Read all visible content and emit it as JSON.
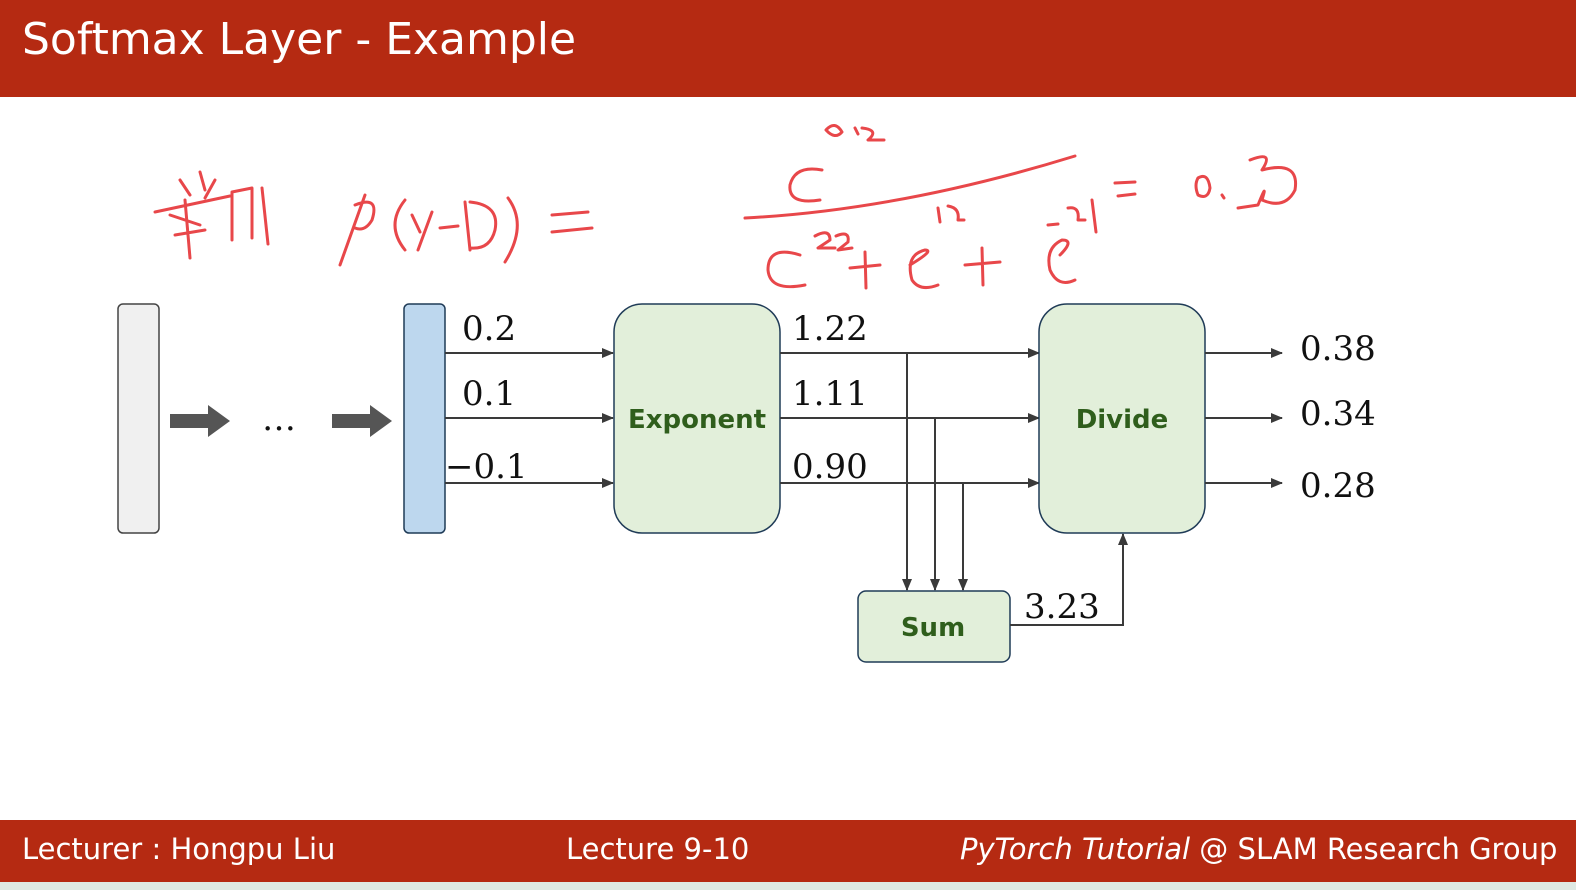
{
  "header": {
    "title": "Softmax Layer - Example"
  },
  "diagram": {
    "inputs": [
      "0.2",
      "0.1",
      "−0.1"
    ],
    "exponent_label": "Exponent",
    "exponents": [
      "1.22",
      "1.11",
      "0.90"
    ],
    "divide_label": "Divide",
    "outputs": [
      "0.38",
      "0.34",
      "0.28"
    ],
    "sum_label": "Sum",
    "sum_value": "3.23",
    "ellipsis": "…"
  },
  "colors": {
    "brand": "#b52a12",
    "box_fill": "#e2efda",
    "box_stroke": "#1f3b57",
    "layer_fill": "#bdd7ee",
    "ink": "#e8474a"
  },
  "footer": {
    "lecturer": "Lecturer : Hongpu Liu",
    "lecture": "Lecture 9-10",
    "course": "PyTorch Tutorial",
    "group": " @ SLAM Research Group"
  }
}
